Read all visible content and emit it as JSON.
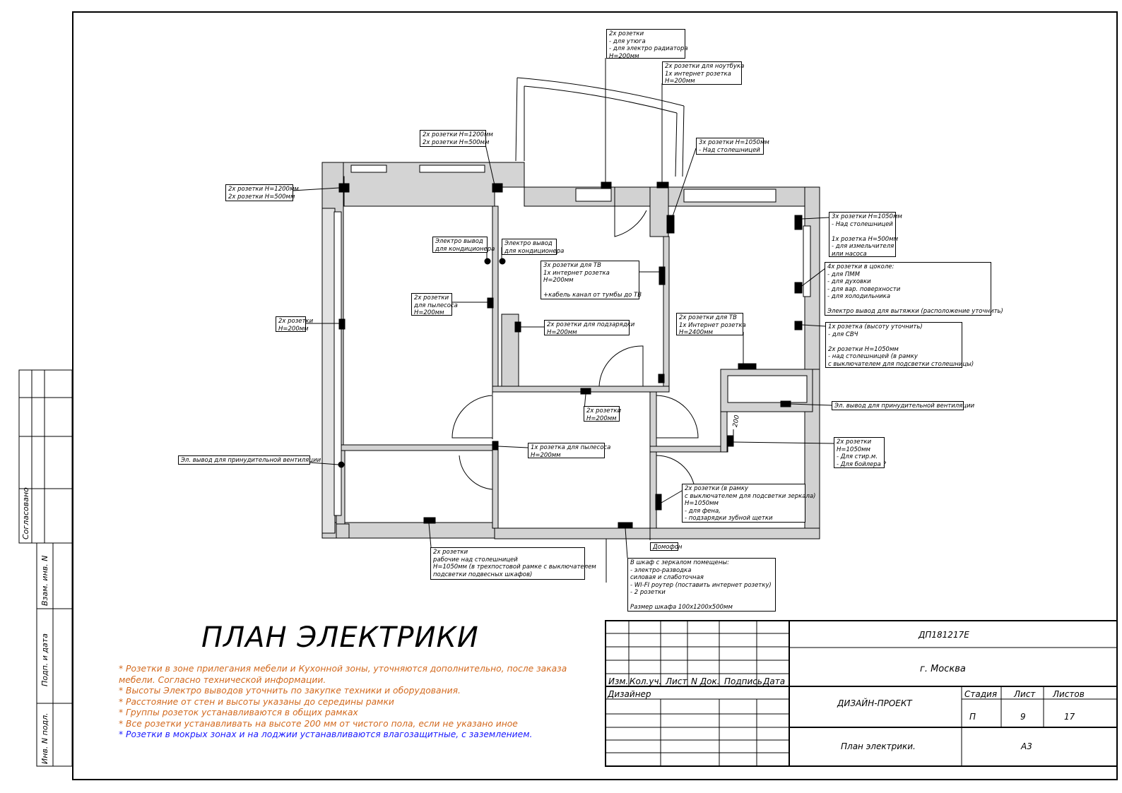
{
  "title": "ПЛАН ЭЛЕКТРИКИ",
  "callouts": [
    {
      "id": "c1",
      "text": "2х розетки\n- для утюга\n- для электро радиатора\nH=200мм"
    },
    {
      "id": "c2",
      "text": "2х розетки для ноутбука\n1х интернет розетка\nH=200мм"
    },
    {
      "id": "c3",
      "text": "2х розетки H=1200мм\n2х розетки H=500мм"
    },
    {
      "id": "c4",
      "text": "3х розетки H=1050мм\n- Над столешницей"
    },
    {
      "id": "c5",
      "text": "2х розетки H=1200мм\n2х розетки H=500мм"
    },
    {
      "id": "c6",
      "text": "3х розетки H=1050мм\n- Над столешницей\n\n1х розетка H=500мм\n- для измельчителя\nили насоса"
    },
    {
      "id": "c7",
      "text": "Электро вывод\nдля кондиционера"
    },
    {
      "id": "c8",
      "text": "Электро вывод\nдля кондиционера"
    },
    {
      "id": "c9",
      "text": "3х розетки для ТВ\n1х интернет розетка\nH=200мм\n\n+кабель канал от тумбы до ТВ"
    },
    {
      "id": "c10",
      "text": "4х розетки в цоколе:\n- для ПММ\n- для духовки\n- для вар. поверхности\n- для холодильника\n\nЭлектро вывод для вытяжки (расположение уточнить)"
    },
    {
      "id": "c11",
      "text": "2х розетки\nдля пылесоса\nH=200мм"
    },
    {
      "id": "c12",
      "text": "2х розетки\nH=200мм"
    },
    {
      "id": "c13",
      "text": "2х розетки для подзарядки\nH=200мм"
    },
    {
      "id": "c14",
      "text": "2х розетки для ТВ\n1х Интернет розетка\nH=2400мм"
    },
    {
      "id": "c15",
      "text": "1х розетка (высоту уточнить)\n- для СВЧ\n\n2х розетки H=1050мм\n- над столешницей (в рамку\nс выключателем для подсветки столешницы)"
    },
    {
      "id": "c16",
      "text": "Эл. вывод для принудительной вентиляции"
    },
    {
      "id": "c17",
      "text": "2х розетки\nH=200мм"
    },
    {
      "id": "c18",
      "text": "2х розетки\nH=1050мм\n- Для стир.м.\n- Для бойлера ?"
    },
    {
      "id": "c19",
      "text": "1х розетка для пылесоса\nH=200мм"
    },
    {
      "id": "c20",
      "text": "Эл. вывод для принудительной вентиляции"
    },
    {
      "id": "c21",
      "text": "2х розетки (в рамку\nс выключателем для подсветки зеркала)\nH=1050мм\n- для фена,\n- подзарядки зубной щетки"
    },
    {
      "id": "c22",
      "text": "Домофон"
    },
    {
      "id": "c23",
      "text": "2х розетки\nрабочие над столешницей\nH=1050мм (в трехпостовой рамке с выключателем\nподсветки подвесных шкафов)"
    },
    {
      "id": "c24",
      "text": "В шкаф с зеркалом помещены:\n- электро-разводка\nсиловая и слаботочная\n- WI-FI роутер (поставить интернет розетку)\n- 2 розетки\n\nРазмер шкафа 100х1200х500мм"
    }
  ],
  "dimension_label": "200",
  "notes": [
    {
      "text": "* Розетки в зоне прилегания мебели и Кухонной зоны, уточняются дополнительно, после заказа",
      "color": "#d2691e"
    },
    {
      "text": "мебели. Согласно технической информации.",
      "color": "#d2691e"
    },
    {
      "text": "* Высоты Электро выводов уточнить по закупке техники и оборудования.",
      "color": "#d2691e"
    },
    {
      "text": "* Расстояние от стен и высоты указаны до середины рамки",
      "color": "#d2691e"
    },
    {
      "text": "* Группы розеток устанавливаются в общих рамках",
      "color": "#d2691e"
    },
    {
      "text": "* Все розетки устанавливать на высоте 200 мм от чистого пола, если не указано иное",
      "color": "#d2691e"
    },
    {
      "text": "* Розетки в мокрых зонах и на лоджии устанавливаются влагозащитные, с заземлением.",
      "color": "#1a1aff"
    }
  ],
  "title_block": {
    "code": "ДП181217Е",
    "city": "г. Москва",
    "headers": [
      "Изм.",
      "Кол.уч.",
      "Лист",
      "N Док.",
      "Подпись",
      "Дата"
    ],
    "role": "Дизайнер",
    "project": "ДИЗАЙН-ПРОЕКТ",
    "stage_label": "Стадия",
    "sheet_label": "Лист",
    "sheets_label": "Листов",
    "stage": "П",
    "sheet": "9",
    "sheets": "17",
    "drawing_name": "План электрики.",
    "format": "А3"
  },
  "side_stamp": {
    "agreed": "Согласовано",
    "inv_swap": "Взам. инв. N",
    "sign_date": "Подп. и дата",
    "inv_orig": "Инв. N подл."
  }
}
